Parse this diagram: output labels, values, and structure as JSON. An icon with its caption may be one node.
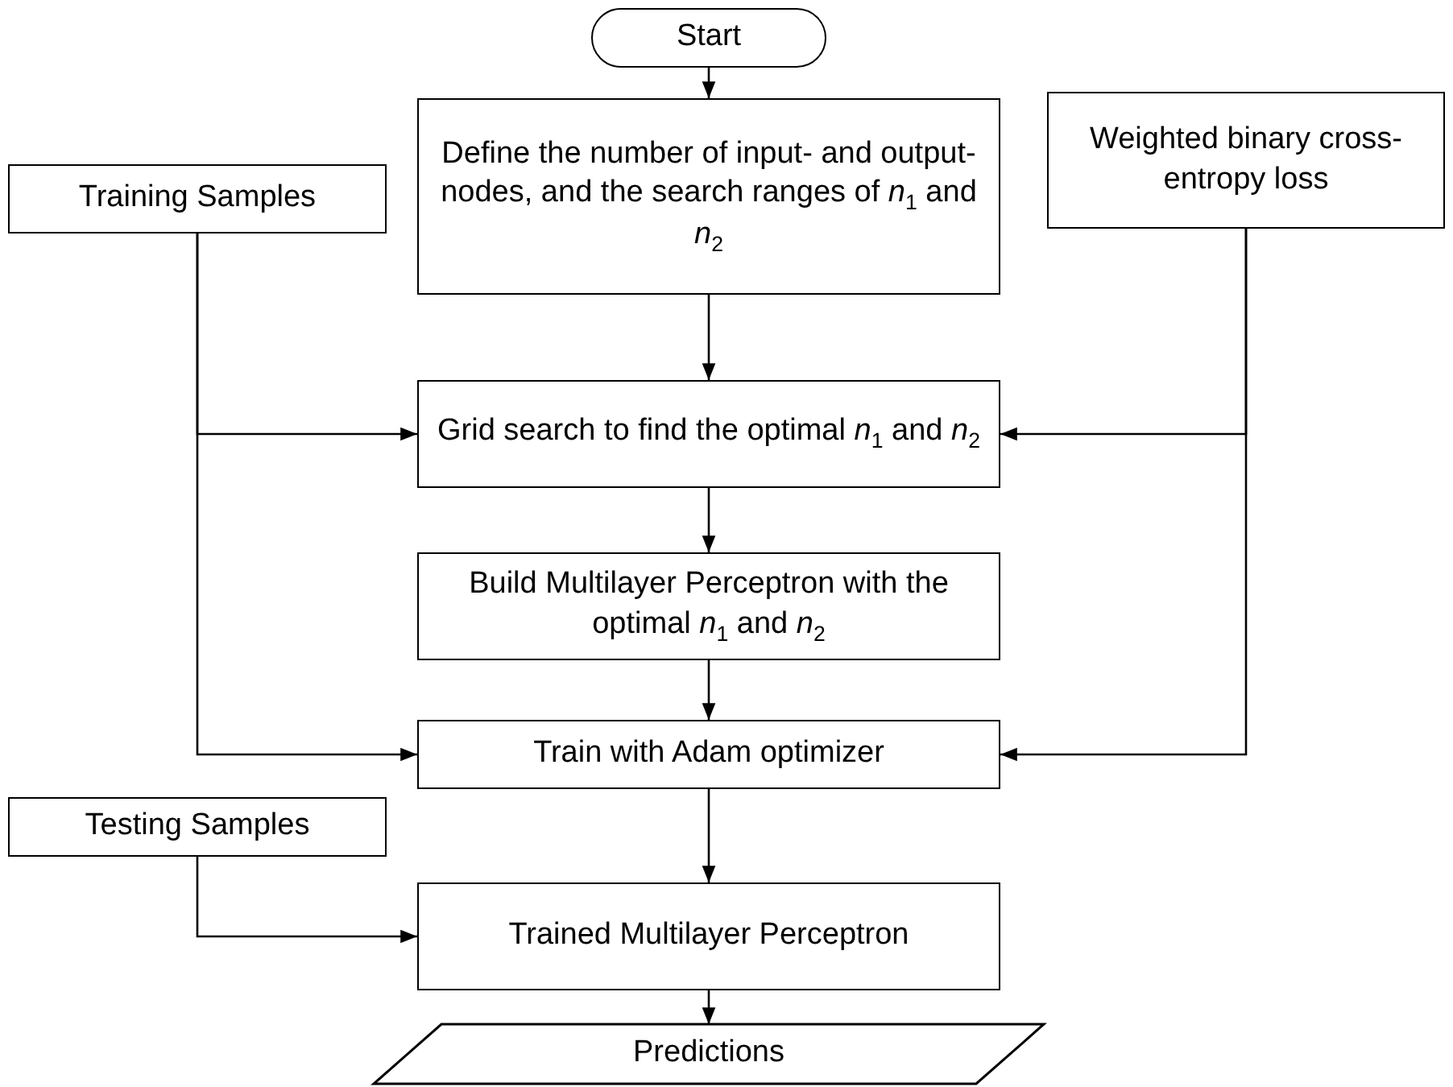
{
  "diagram": {
    "nodes": [
      {
        "text": [
          "Start"
        ]
      },
      {
        "text": [
          "Define the number of input- and output-nodes, and the search ranges of *n*$_{1}$ and *n*$_{2}$"
        ]
      },
      {
        "text": [
          "Training Samples"
        ]
      },
      {
        "text": [
          "Weighted binary cross-entropy loss"
        ]
      },
      {
        "text": [
          "Grid search to find the optimal *n*$_{1}$ and *n*$_{2}$"
        ]
      },
      {
        "text": [
          "Build Multilayer Perceptron with the optimal *n*$_{1}$ and *n*$_{2}$"
        ]
      },
      {
        "text": [
          "Train with Adam optimizer"
        ]
      },
      {
        "text": [
          "Testing Samples"
        ]
      },
      {
        "text": [
          "Trained Multilayer Perceptron"
        ]
      },
      {
        "text": [
          "Predictions"
        ]
      }
    ],
    "edges": [
      {
        "from": 0,
        "to": 1,
        "arrow": "to"
      },
      {
        "from": 1,
        "to": 4,
        "arrow": "to"
      },
      {
        "from": 4,
        "to": 5,
        "arrow": "to"
      },
      {
        "from": 5,
        "to": 6,
        "arrow": "to"
      },
      {
        "from": 6,
        "to": 8,
        "arrow": "to"
      },
      {
        "from": 8,
        "to": 9,
        "arrow": "to"
      },
      {
        "from": 2,
        "to": 4,
        "arrow": "to"
      },
      {
        "from": 2,
        "to": 6,
        "arrow": "to"
      },
      {
        "from": 3,
        "to": 4,
        "arrow": "to"
      },
      {
        "from": 3,
        "to": 6,
        "arrow": "to"
      },
      {
        "from": 7,
        "to": 8,
        "arrow": "to"
      }
    ]
  }
}
